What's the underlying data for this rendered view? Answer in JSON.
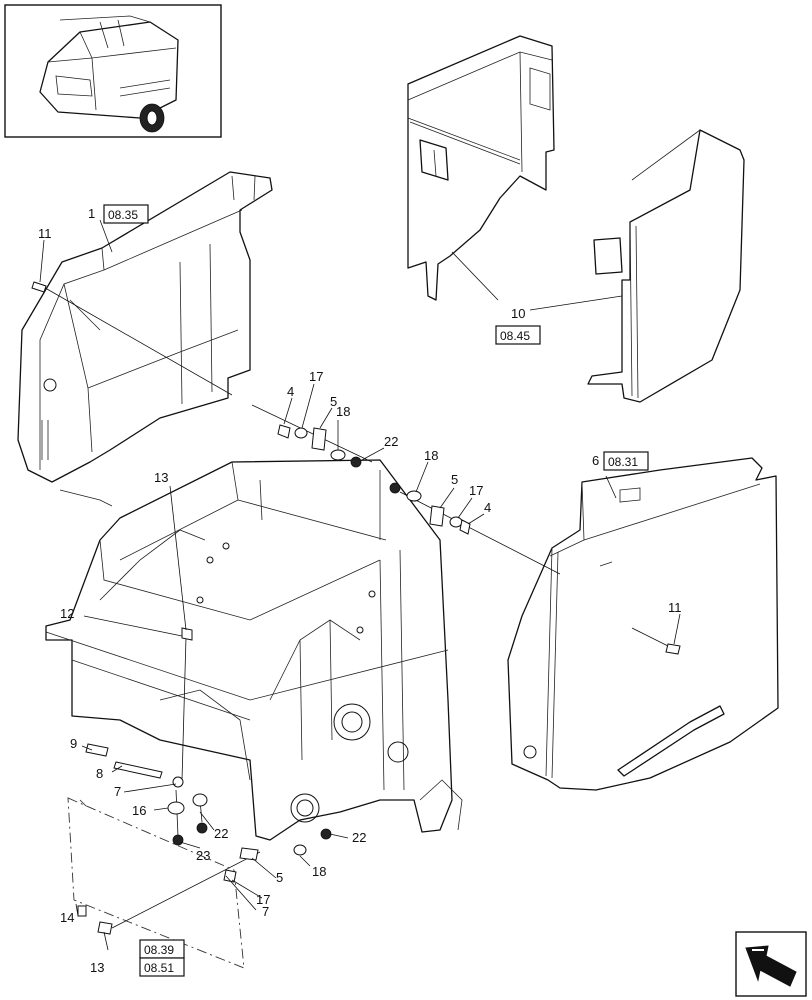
{
  "callouts": [
    "1",
    "11",
    "10",
    "17",
    "4",
    "5",
    "18",
    "22",
    "18",
    "5",
    "17",
    "4",
    "6",
    "13",
    "11",
    "12",
    "9",
    "8",
    "7",
    "16",
    "22",
    "23",
    "22",
    "5",
    "18",
    "7",
    "17",
    "14",
    "13"
  ],
  "refs": [
    "08.35",
    "08.45",
    "08.31",
    "08.39",
    "08.51"
  ],
  "icons": {
    "overview": "baler-overview-icon",
    "nav": "next-page-arrow-icon"
  }
}
